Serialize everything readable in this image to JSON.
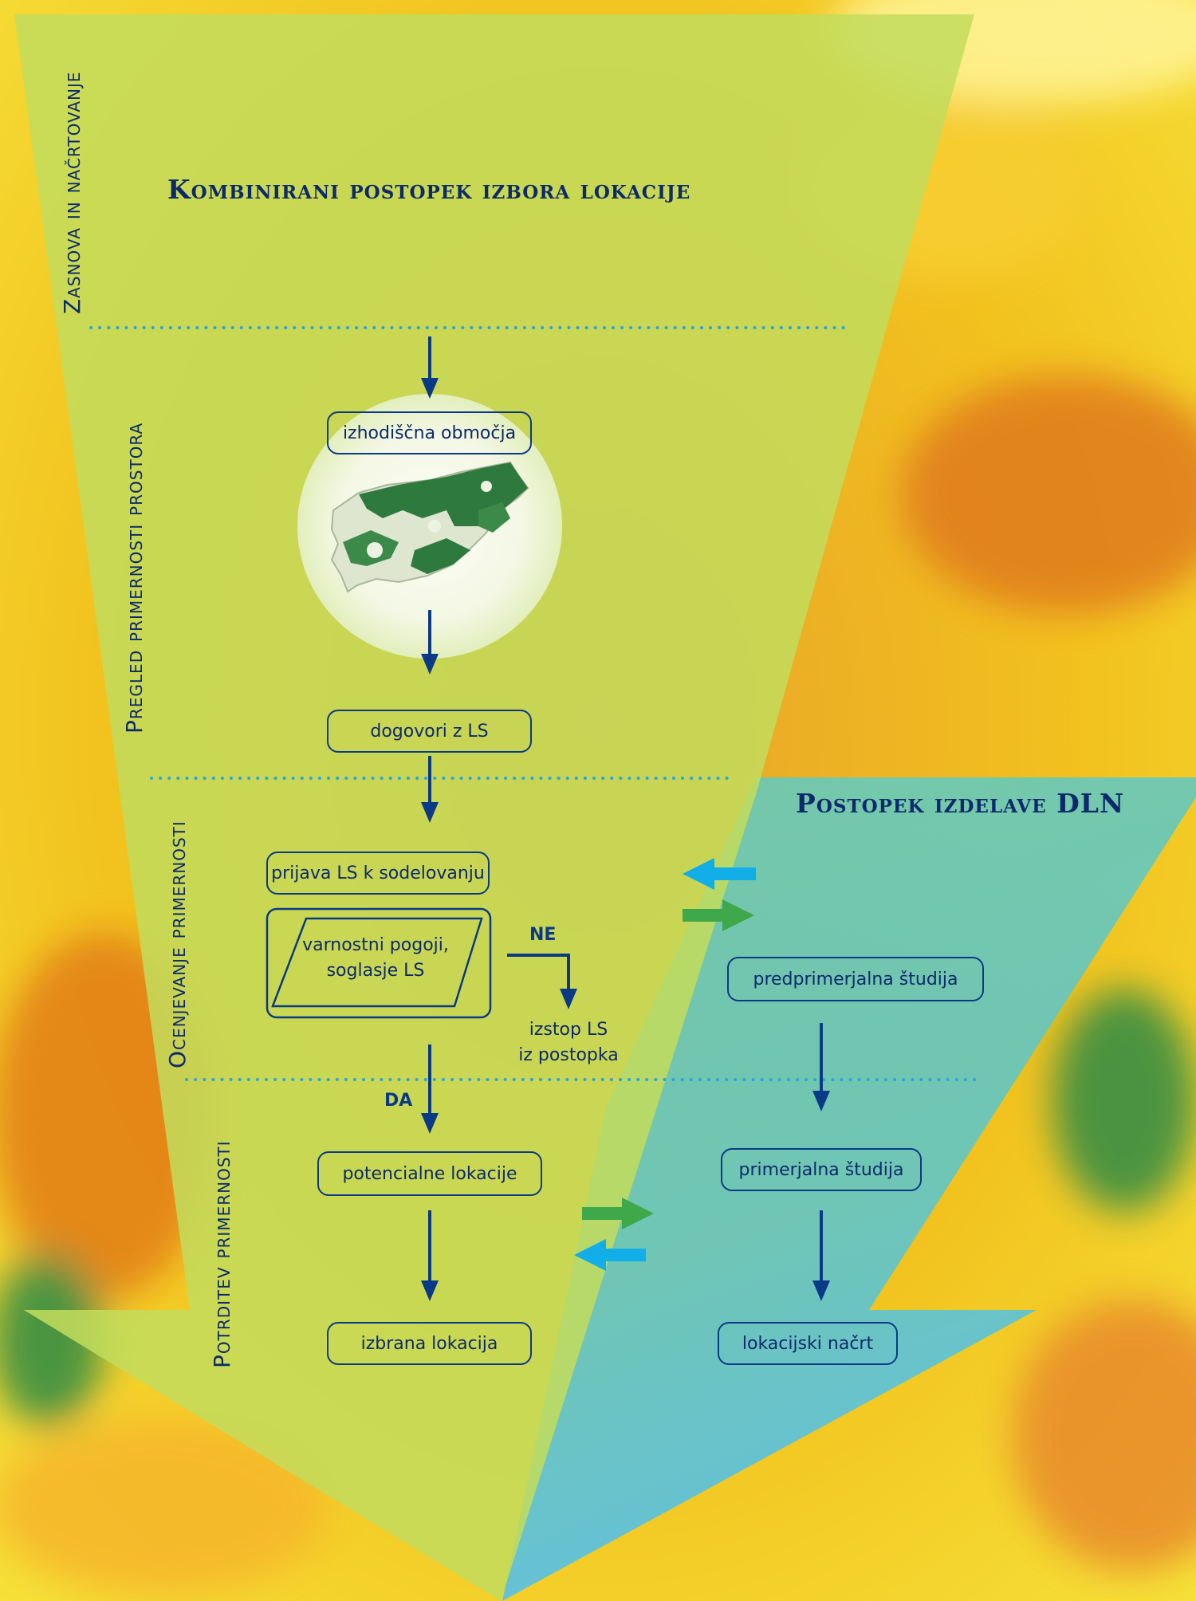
{
  "titles": {
    "left": "Kombinirani postopek izbora lokacije",
    "right": "Postopek izdelave DLN"
  },
  "phases": {
    "p1": "Zasnova in načrtovanje",
    "p2": "Pregled primernosti  prostora",
    "p3": "Ocenjevanje primernosti",
    "p4": "Potrditev primernosti"
  },
  "left_flow": {
    "start": "izhodiščna območja",
    "agreement": "dogovori z LS",
    "application": "prijava LS k sodelovanju",
    "decision_line1": "varnostni pogoji,",
    "decision_line2": "soglasje LS",
    "no_label": "NE",
    "yes_label": "DA",
    "exit_line1": "izstop LS",
    "exit_line2": "iz postopka",
    "potential": "potencialne lokacije",
    "chosen": "izbrana lokacija"
  },
  "right_flow": {
    "prestudy": "predprimerjalna študija",
    "study": "primerjalna študija",
    "plan": "lokacijski načrt"
  },
  "colors": {
    "text": "#0c2a6b",
    "arrow": "#0a3a86",
    "dotted": "#2aa6dc",
    "exchange_blue": "#12aee8",
    "exchange_green": "#3ea84a",
    "funnel_green": "#c2dc5c",
    "funnel_teal": "#6ec9b6",
    "map_green": "#2e7a3e"
  }
}
